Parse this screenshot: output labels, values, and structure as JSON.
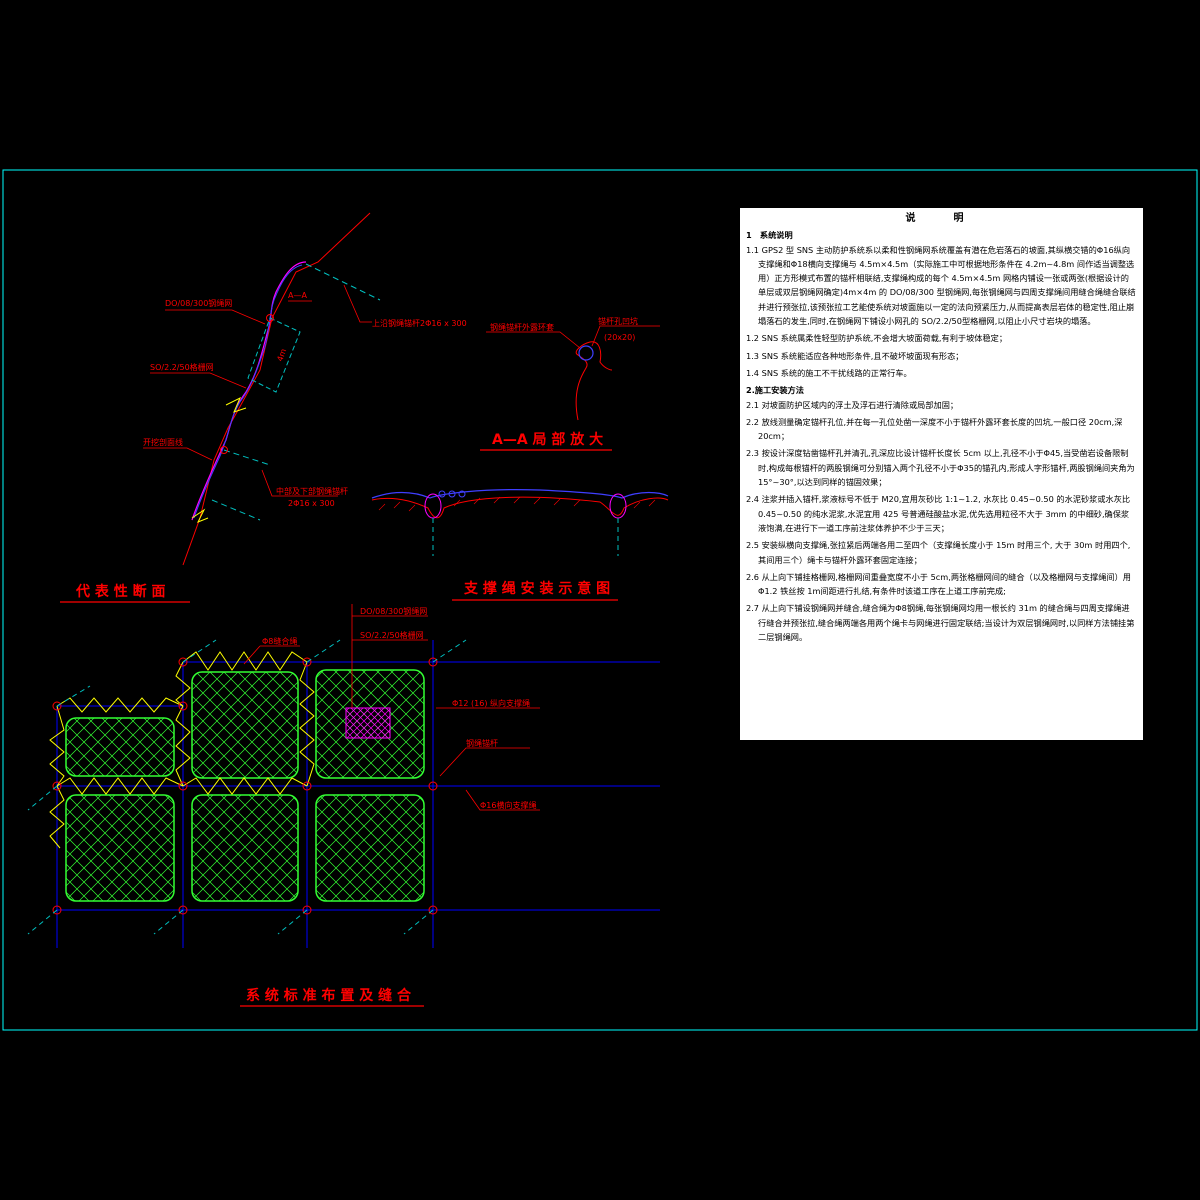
{
  "labels": {
    "mesh_do": "DO/08/300钢绳网",
    "mesh_so": "SO/2.2/50格栅网",
    "aa_mark": "A—A",
    "upper_anchor": "上沿钢绳锚杆2Φ16 x 300",
    "cut_line": "开挖剖面线",
    "mid_anchor_1": "中部及下部钢绳锚杆",
    "mid_anchor_2": "2Φ16 x 300",
    "rep_section": "代 表 性 断 面",
    "aa_anchor_ring": "钢绳锚杆外露环套",
    "aa_anchor_hole_1": "锚杆孔凹坑",
    "aa_anchor_hole_2": "(20x20)",
    "aa_title": "A—A 局 部 放 大",
    "support_title": "支 撑 绳 安 装 示 意 图",
    "stitch_rope": "Φ8缝合绳",
    "grid_do": "DO/08/300钢绳网",
    "grid_so": "SO/2.2/50格栅网",
    "long_rope": "Φ12 (16) 纵向支撑绳",
    "steel_anchor": "钢绳锚杆",
    "trans_rope": "Φ16横向支撑绳",
    "layout_title": "系 统 标 准 布 置 及 缝 合"
  },
  "notes": {
    "title": "说　明",
    "s1": "1　系统说明",
    "p1_1": "1.1 GPS2 型 SNS 主动防护系统系以柔和性钢绳网系统覆盖有潜在危岩落石的坡面,其纵横交错的Φ16纵向支撑绳和Φ18横向支撑绳与 4.5m×4.5m（实际施工中可根据地形条件在 4.2m~4.8m 间作适当调整选用）正方形模式布置的锚杆相联结,支撑绳构成的每个 4.5m×4.5m 网格内铺设一张或两张(根据设计的单层或双层钢绳网确定)4m×4m 的 DO/08/300 型钢绳网,每张钢绳网与四周支撑绳间用缝合绳缝合联结并进行预张拉,该预张拉工艺能使系统对坡面施以一定的法向预紧压力,从而提高表层岩体的稳定性,阻止崩塌落石的发生,同时,在钢绳网下铺设小网孔的 SO/2.2/50型格栅网,以阻止小尺寸岩块的塌落。",
    "p1_2": "1.2 SNS 系统属柔性轻型防护系统,不会增大坡面荷载,有利于坡体稳定；",
    "p1_3": "1.3 SNS 系统能适应各种地形条件,且不破坏坡面现有形态；",
    "p1_4": "1.4 SNS 系统的施工不干扰线路的正常行车。",
    "s2": "2.施工安装方法",
    "p2_1": "2.1 对坡面防护区域内的浮土及浮石进行清除或局部加固；",
    "p2_2": "2.2 放线测量确定锚杆孔位,并在每一孔位处凿一深度不小于锚杆外露环套长度的凹坑,一般口径 20cm,深 20cm；",
    "p2_3": "2.3 按设计深度钻凿锚杆孔并清孔,孔深应比设计锚杆长度长 5cm 以上,孔径不小于Φ45,当受凿岩设备限制时,构成每根锚杆的两股钢绳可分别锚入两个孔径不小于Φ35的锚孔内,形成人字形锚杆,两股钢绳间夹角为 15°~30°,以达到同样的锚固效果；",
    "p2_4": "2.4 注浆并插入锚杆,浆液标号不低于 M20,宜用灰砂比 1:1~1.2, 水灰比 0.45~0.50 的水泥砂浆或水灰比 0.45~0.50 的纯水泥浆,水泥宜用 425 号普通硅酸盐水泥,优先选用粒径不大于 3mm 的中细砂,确保浆液饱满,在进行下一道工序前注浆体养护不少于三天；",
    "p2_5": "2.5 安装纵横向支撑绳,张拉紧后两端各用二至四个（支撑绳长度小于 15m 时用三个, 大于 30m 时用四个, 其间用三个）绳卡与锚杆外露环套固定连接；",
    "p2_6": "2.6 从上向下铺挂格栅网,格栅网间重叠宽度不小于 5cm,两张格栅网间的缝合（以及格栅网与支撑绳间）用Φ1.2 铁丝按 1m间距进行扎结,有条件时该道工序在上道工序前完成;",
    "p2_7": "2.7 从上向下铺设钢绳网并缝合,缝合绳为Φ8钢绳,每张钢绳网均用一根长约 31m 的缝合绳与四周支撑绳进行缝合并预张拉,缝合绳两端各用两个绳卡与网绳进行固定联结;当设计为双层钢绳网时,以同样方法铺挂第二层钢绳网。"
  },
  "colors": {
    "frame": "#00ffff",
    "annotation": "#ff0000",
    "grid_line": "#0000ff",
    "mesh": "#33ff33",
    "stitch": "#ffff00",
    "anchor": "#ff0000",
    "slope": "#ff00ff",
    "dim": "#00bfbf",
    "blue_profile": "#3f3fff"
  }
}
